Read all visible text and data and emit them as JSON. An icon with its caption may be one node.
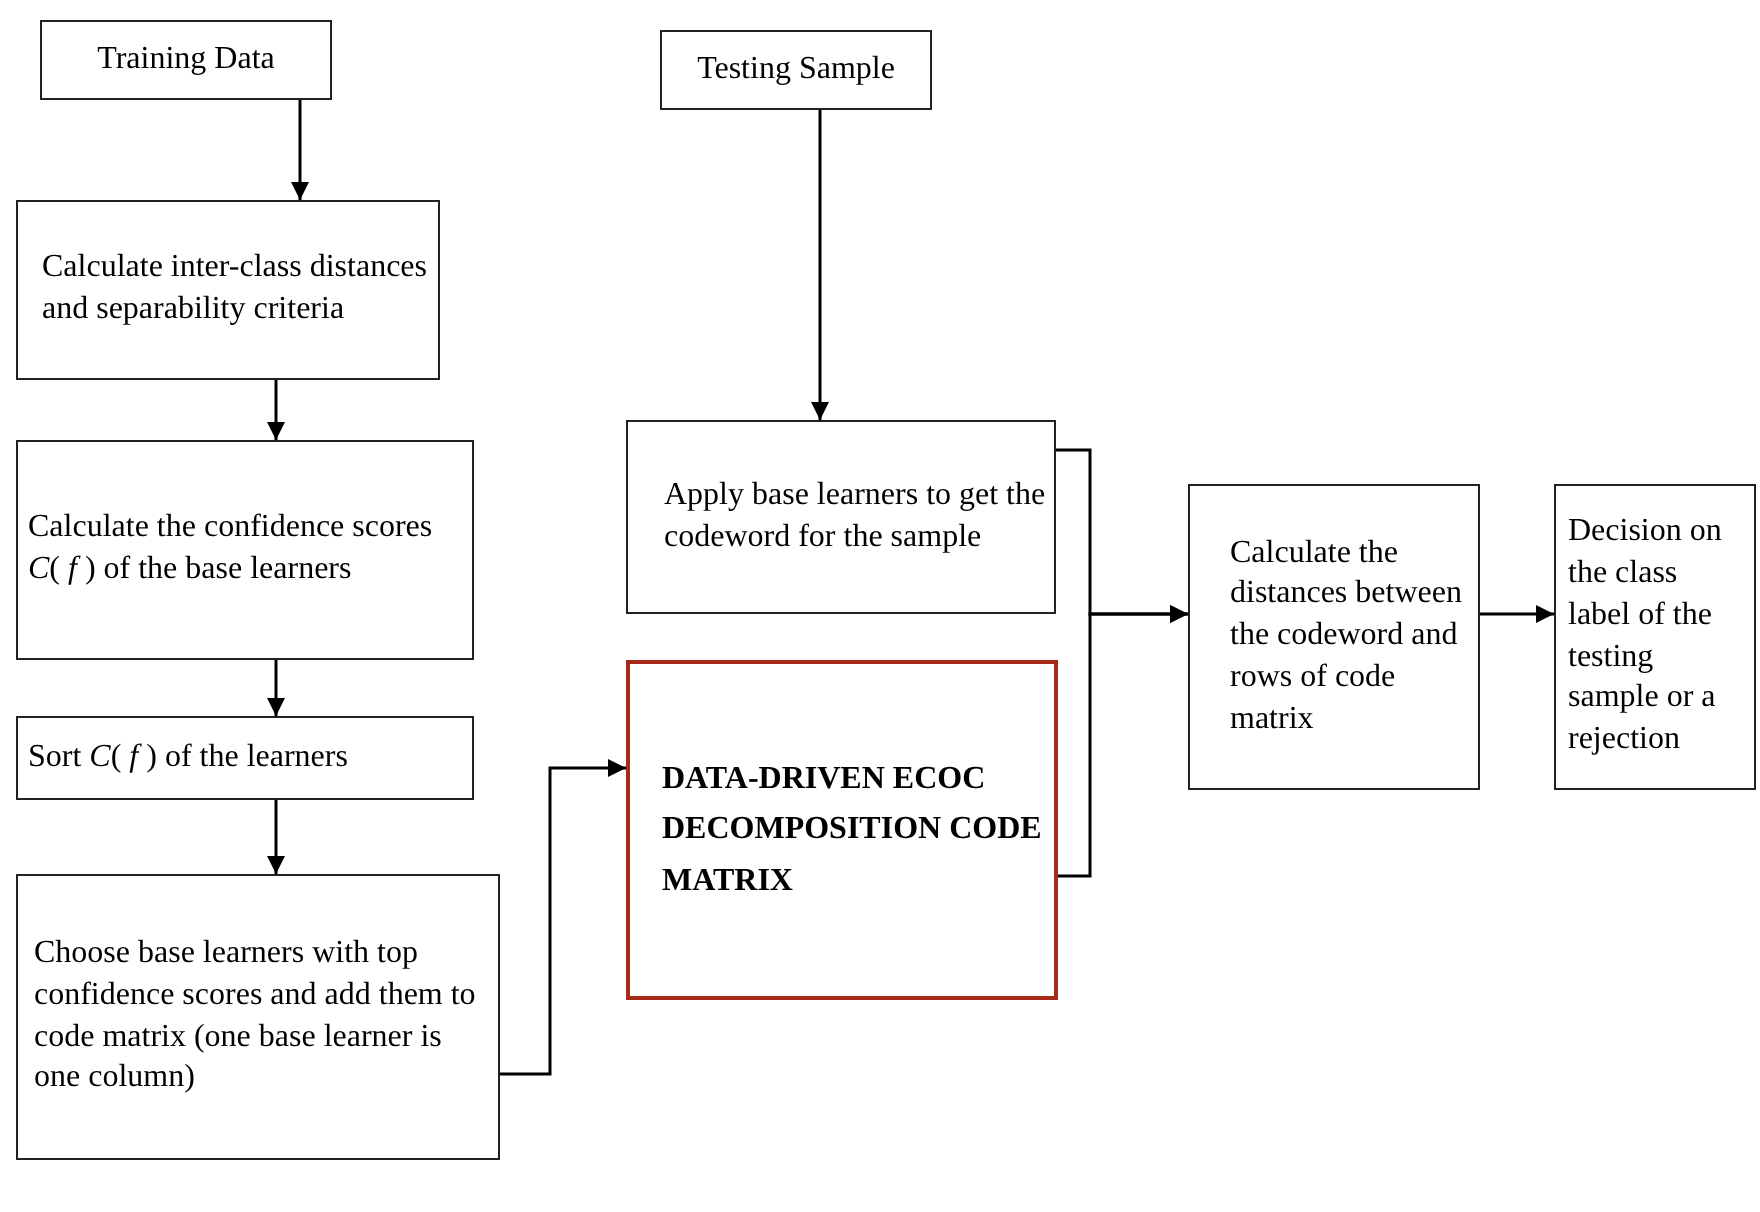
{
  "diagram": {
    "nodes": [
      {
        "text": [
          "Training Data"
        ]
      },
      {
        "text": [
          "Calculate inter-class distances and separability criteria"
        ]
      },
      {
        "text": [
          "Calculate the confidence scores *C*( *f* ) of the base learners"
        ]
      },
      {
        "text": [
          "Sort *C*( *f* ) of the learners"
        ]
      },
      {
        "text": [
          "Choose base learners with top confidence scores and add them to code matrix (one base learner is one column)"
        ]
      },
      {
        "text": [
          "Testing Sample"
        ]
      },
      {
        "text": [
          "Apply base learners to get the codeword for the sample"
        ]
      },
      {
        "text": [
          "DATA-DRIVEN ECOC DECOMPOSITION CODE MATRIX"
        ]
      },
      {
        "text": [
          "Calculate the distances between the codeword and rows of code matrix"
        ]
      },
      {
        "text": [
          "Decision on the class label of the testing sample or a rejection"
        ]
      }
    ],
    "edges": [
      {
        "from": 0,
        "to": 1,
        "arrow": "to"
      },
      {
        "from": 1,
        "to": 2,
        "arrow": "to"
      },
      {
        "from": 2,
        "to": 3,
        "arrow": "to"
      },
      {
        "from": 3,
        "to": 4,
        "arrow": "to"
      },
      {
        "from": 5,
        "to": 6,
        "arrow": "to"
      },
      {
        "from": 4,
        "to": 7,
        "arrow": "to"
      },
      {
        "from": 6,
        "to": 8,
        "arrow": "to"
      },
      {
        "from": 7,
        "to": 8,
        "arrow": "to"
      },
      {
        "from": 8,
        "to": 9,
        "arrow": "to"
      }
    ]
  }
}
